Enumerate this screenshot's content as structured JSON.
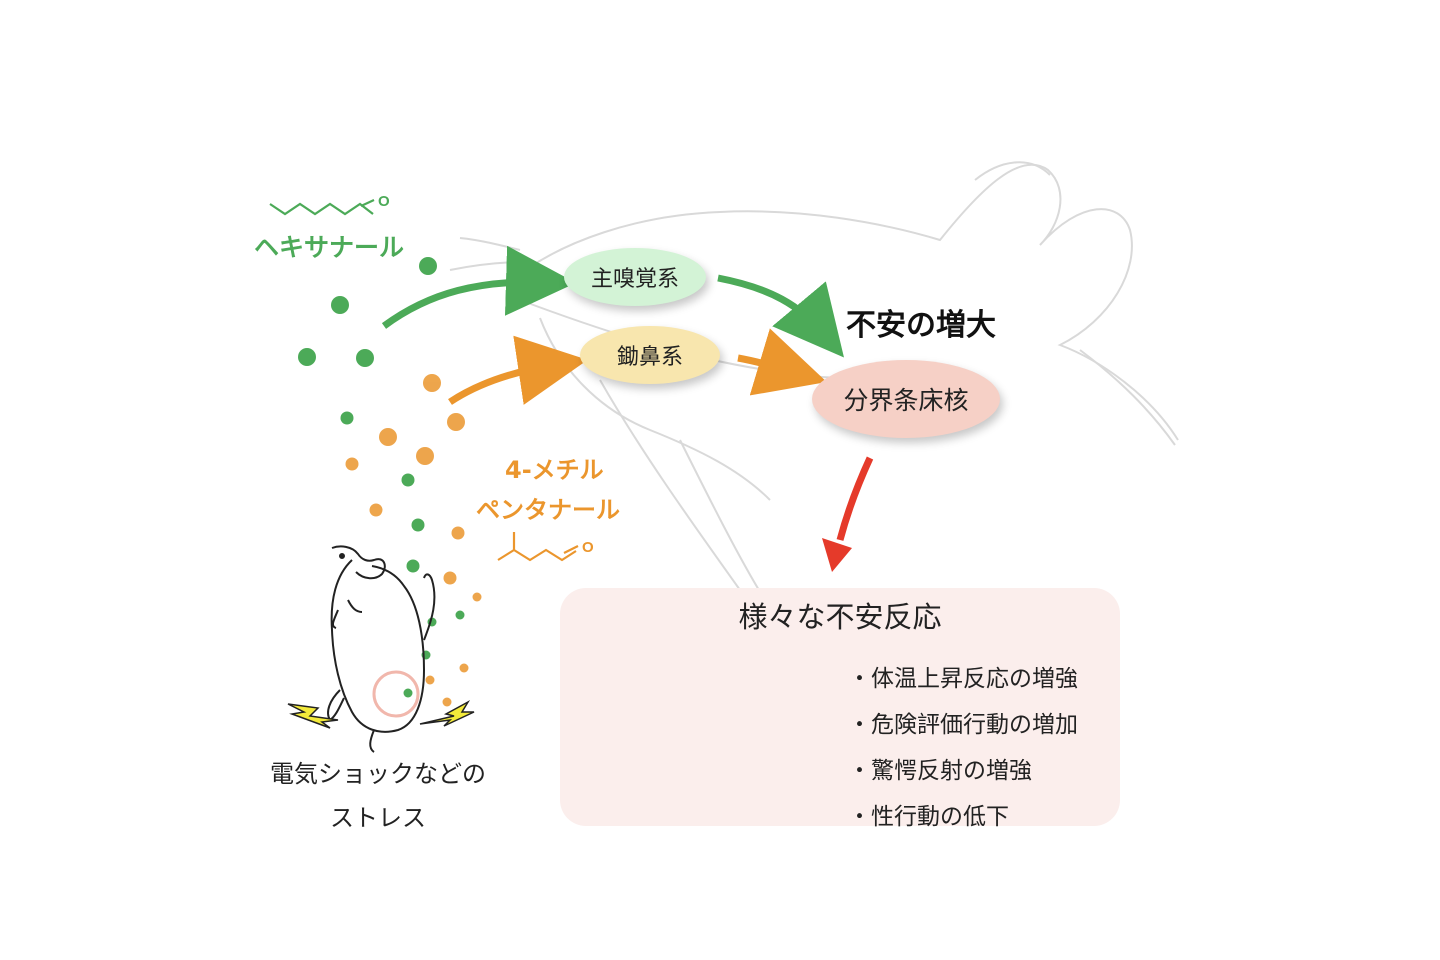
{
  "chemicals": {
    "hexanal": {
      "name": "ヘキサナール",
      "color": "#4caa58"
    },
    "methylpentanal": {
      "name_line1": "4-メチル",
      "name_line2": "ペンタナール",
      "color": "#eb962d",
      "oxygen": "O"
    },
    "hexanal_oxygen": "O"
  },
  "pathways": {
    "main_olfactory": "主嗅覚系",
    "vomeronasal": "鋤鼻系",
    "bnst": "分界条床核",
    "outcome_title": "不安の増大"
  },
  "stress": {
    "line1": "電気ショックなどの",
    "line2": "ストレス"
  },
  "responses": {
    "title": "様々な不安反応",
    "items": [
      "・体温上昇反応の増強",
      "・危険評価行動の増加",
      "・驚愕反射の増強",
      "・性行動の低下"
    ]
  },
  "colors": {
    "green": "#4caa58",
    "orange": "#eb962d",
    "red": "#e53a2a",
    "main_olfactory_fill": "#d3f3d6",
    "vomeronasal_fill": "#f8e6ae",
    "bnst_fill": "#f6d0c6",
    "response_box_fill": "#fbeeec"
  }
}
